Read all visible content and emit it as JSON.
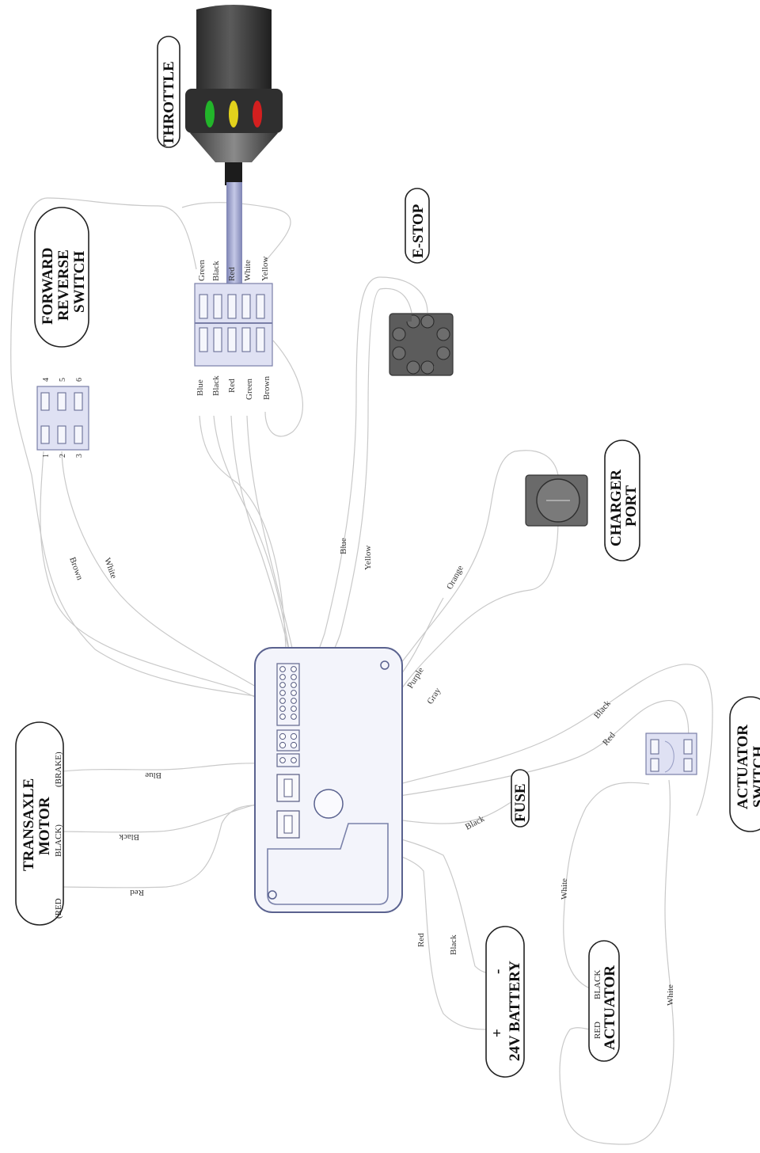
{
  "components": {
    "throttle": "THROTTLE",
    "fwd_rev": [
      "FORWARD",
      "REVERSE",
      "SWITCH"
    ],
    "estop": "E-STOP",
    "charger": [
      "CHARGER",
      "PORT"
    ],
    "transaxle": [
      "TRANSAXLE",
      "MOTOR"
    ],
    "transaxle_terms": [
      "(RED",
      "BLACK)",
      "(BRAKE)"
    ],
    "fuse": "FUSE",
    "actuator_switch": [
      "ACTUATOR",
      "SWITCH"
    ],
    "actuator": "ACTUATOR",
    "actuator_terms": [
      "RED",
      "BLACK"
    ],
    "battery": "24V BATTERY",
    "battery_plus": "+",
    "battery_minus": "-"
  },
  "throttle_pins_top": [
    "Green",
    "Black",
    "Red",
    "White",
    "Yellow"
  ],
  "throttle_pins_bottom": [
    "Blue",
    "Black",
    "Red",
    "Green",
    "Brown"
  ],
  "switch_pins": [
    "1",
    "2",
    "3",
    "4",
    "5",
    "6"
  ],
  "wire_labels": {
    "brown": "Brown",
    "white_fr": "White",
    "blue_th": "Blue",
    "yellow": "Yellow",
    "orange": "Orange",
    "purple": "Purple",
    "gray": "Gray",
    "blue_motor": "Blue",
    "black_motor": "Black",
    "red_motor": "Red",
    "black_act": "Black",
    "red_act": "Red",
    "black_fuse": "Black",
    "red_batt": "Red",
    "black_batt": "Black",
    "white_act1": "White",
    "white_act2": "White"
  },
  "colors": {
    "throttle_led_green": "#22b52a",
    "throttle_led_yellow": "#e3d21c",
    "throttle_led_red": "#d41f1f",
    "wire": "#c9c9c9",
    "controller_outline": "#5a628f",
    "cable": "#9ea3c9"
  }
}
